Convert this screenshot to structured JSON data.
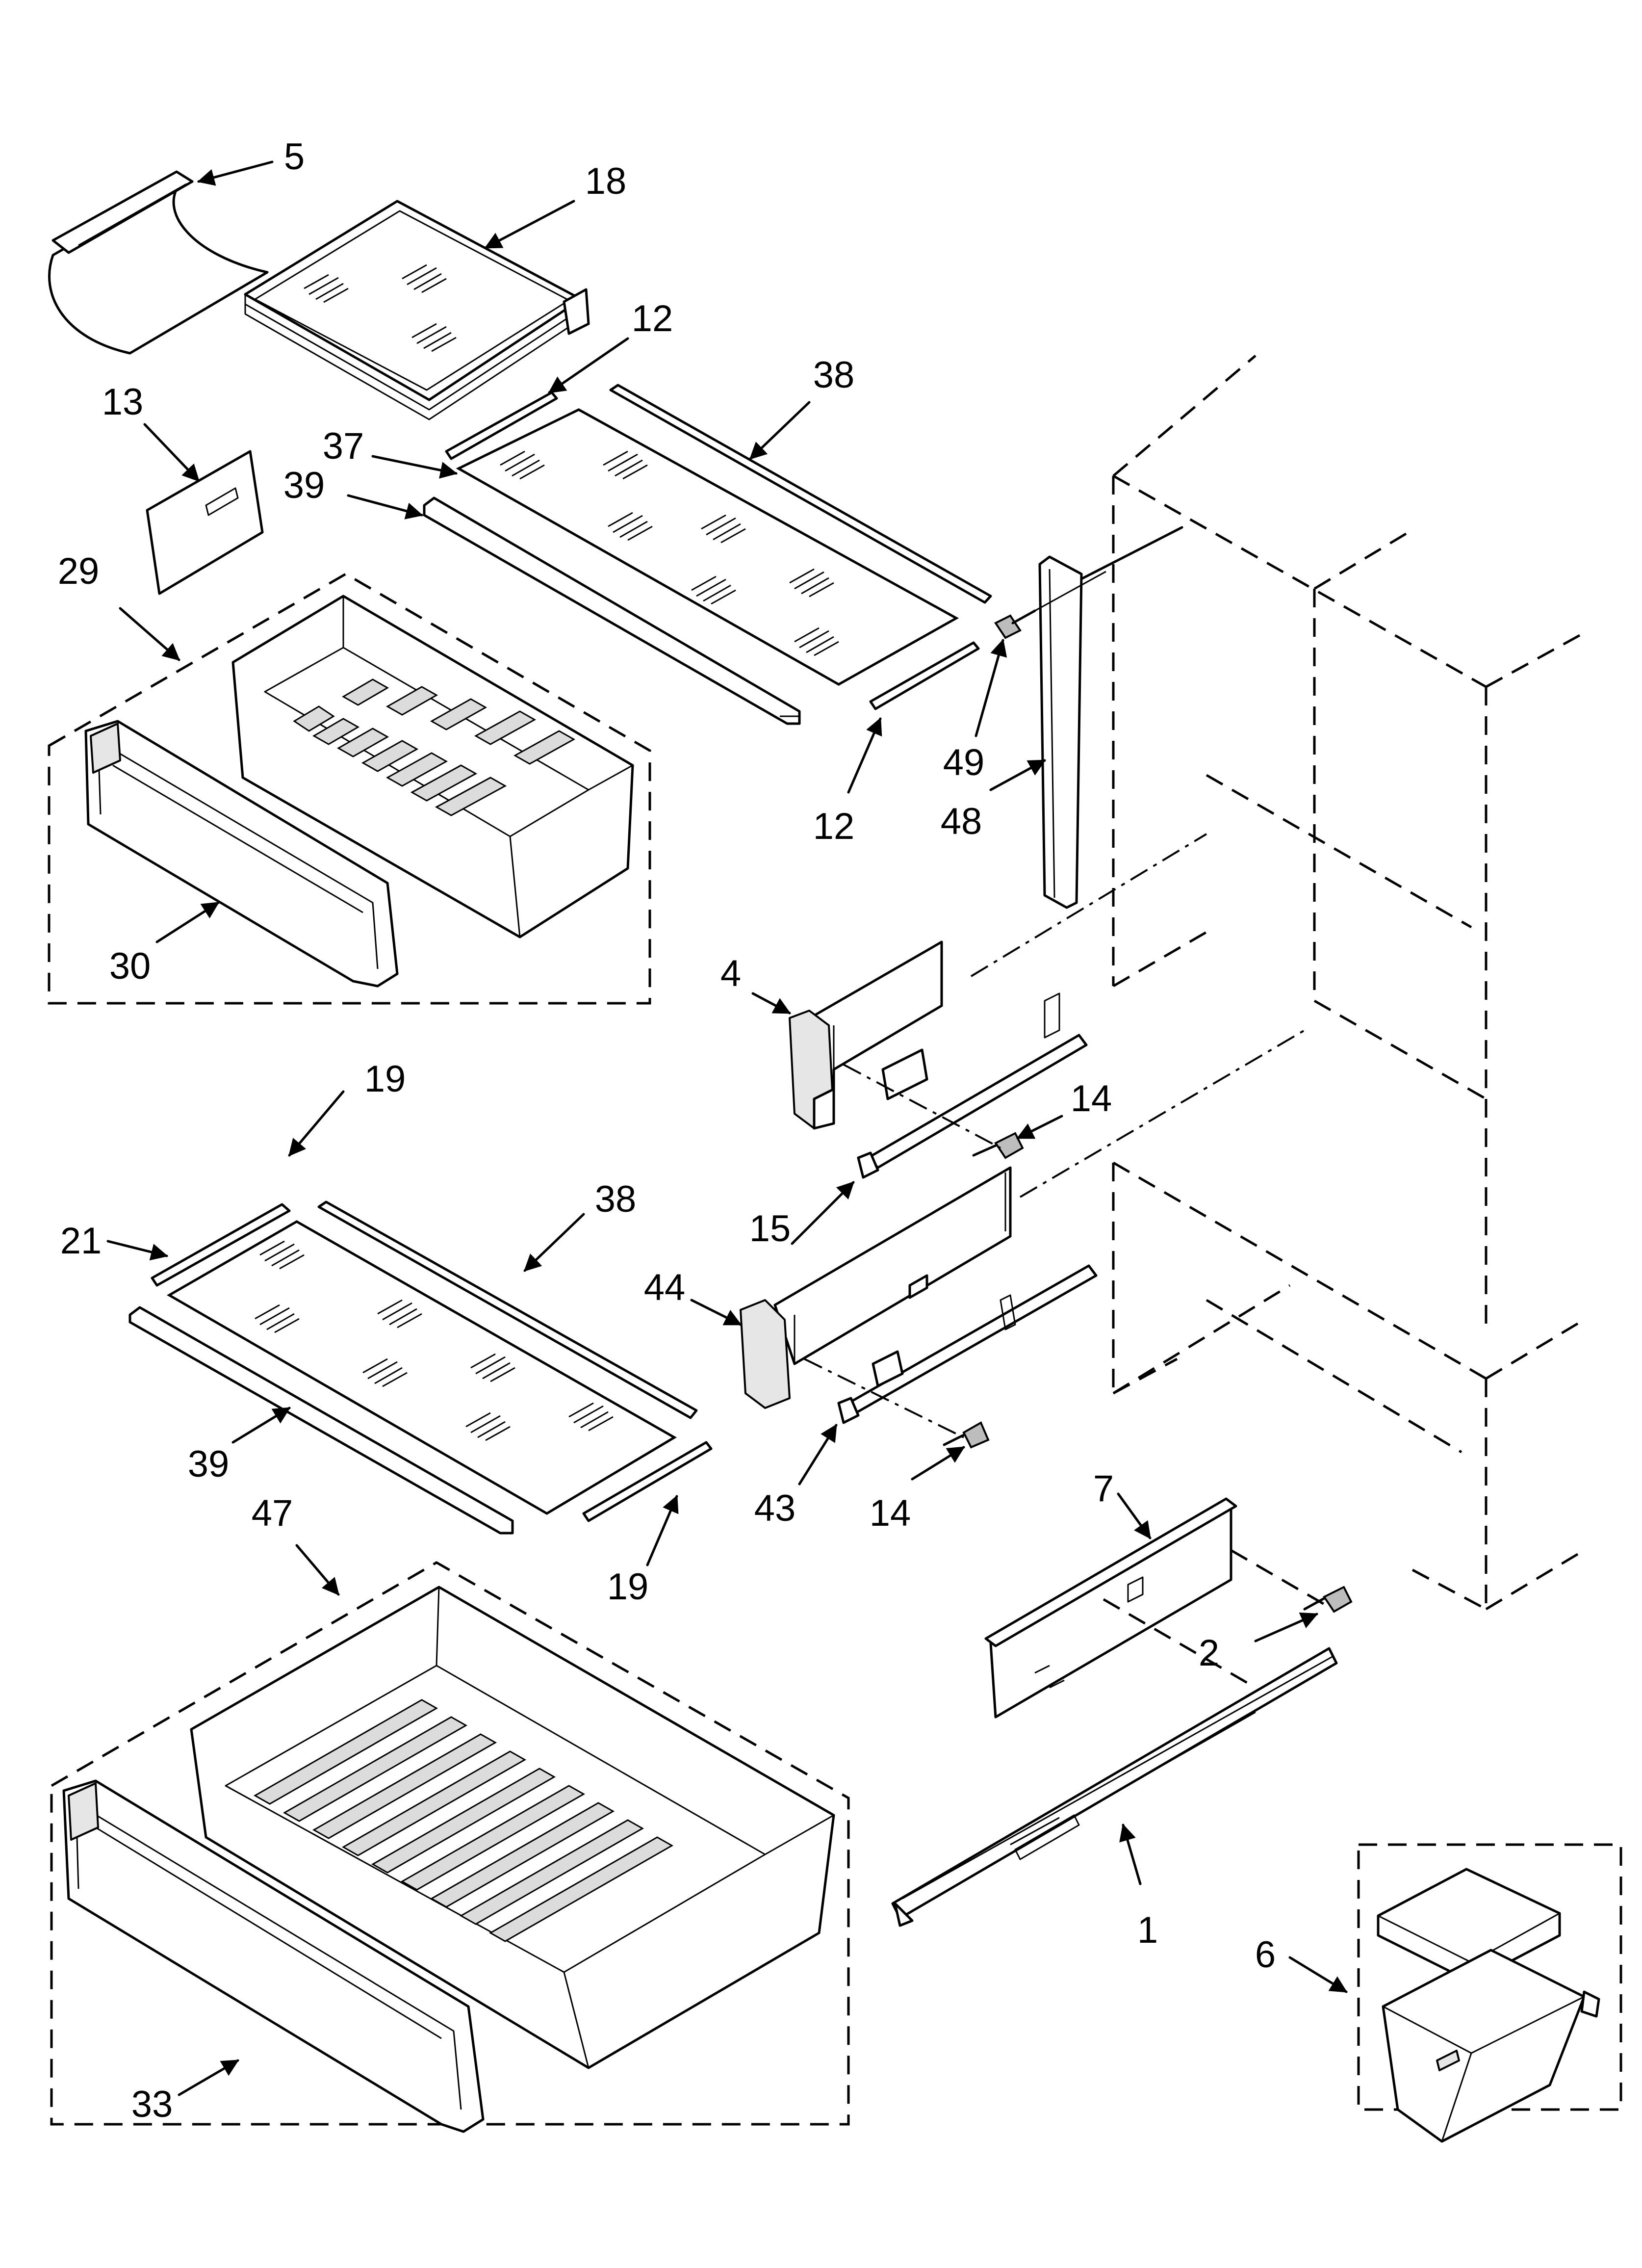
{
  "callouts": [
    {
      "id": "5",
      "label": "5"
    },
    {
      "id": "18",
      "label": "18"
    },
    {
      "id": "12a",
      "label": "12"
    },
    {
      "id": "13",
      "label": "13"
    },
    {
      "id": "38a",
      "label": "38"
    },
    {
      "id": "37",
      "label": "37"
    },
    {
      "id": "39a",
      "label": "39"
    },
    {
      "id": "29",
      "label": "29"
    },
    {
      "id": "49",
      "label": "49"
    },
    {
      "id": "12b",
      "label": "12"
    },
    {
      "id": "48",
      "label": "48"
    },
    {
      "id": "30",
      "label": "30"
    },
    {
      "id": "4",
      "label": "4"
    },
    {
      "id": "14a",
      "label": "14"
    },
    {
      "id": "19a",
      "label": "19"
    },
    {
      "id": "15",
      "label": "15"
    },
    {
      "id": "38b",
      "label": "38"
    },
    {
      "id": "21",
      "label": "21"
    },
    {
      "id": "44",
      "label": "44"
    },
    {
      "id": "39b",
      "label": "39"
    },
    {
      "id": "43",
      "label": "43"
    },
    {
      "id": "14b",
      "label": "14"
    },
    {
      "id": "19b",
      "label": "19"
    },
    {
      "id": "47",
      "label": "47"
    },
    {
      "id": "7",
      "label": "7"
    },
    {
      "id": "2",
      "label": "2"
    },
    {
      "id": "1",
      "label": "1"
    },
    {
      "id": "6",
      "label": "6"
    },
    {
      "id": "33",
      "label": "33"
    }
  ]
}
